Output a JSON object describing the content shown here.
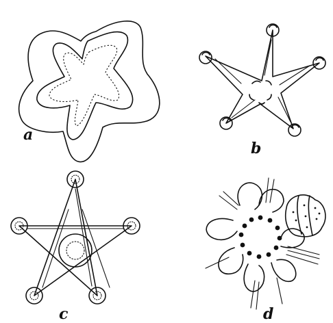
{
  "figures": [
    {
      "id": "a",
      "label": "a"
    },
    {
      "id": "b",
      "label": "b"
    },
    {
      "id": "c",
      "label": "c"
    },
    {
      "id": "d",
      "label": "d"
    }
  ]
}
